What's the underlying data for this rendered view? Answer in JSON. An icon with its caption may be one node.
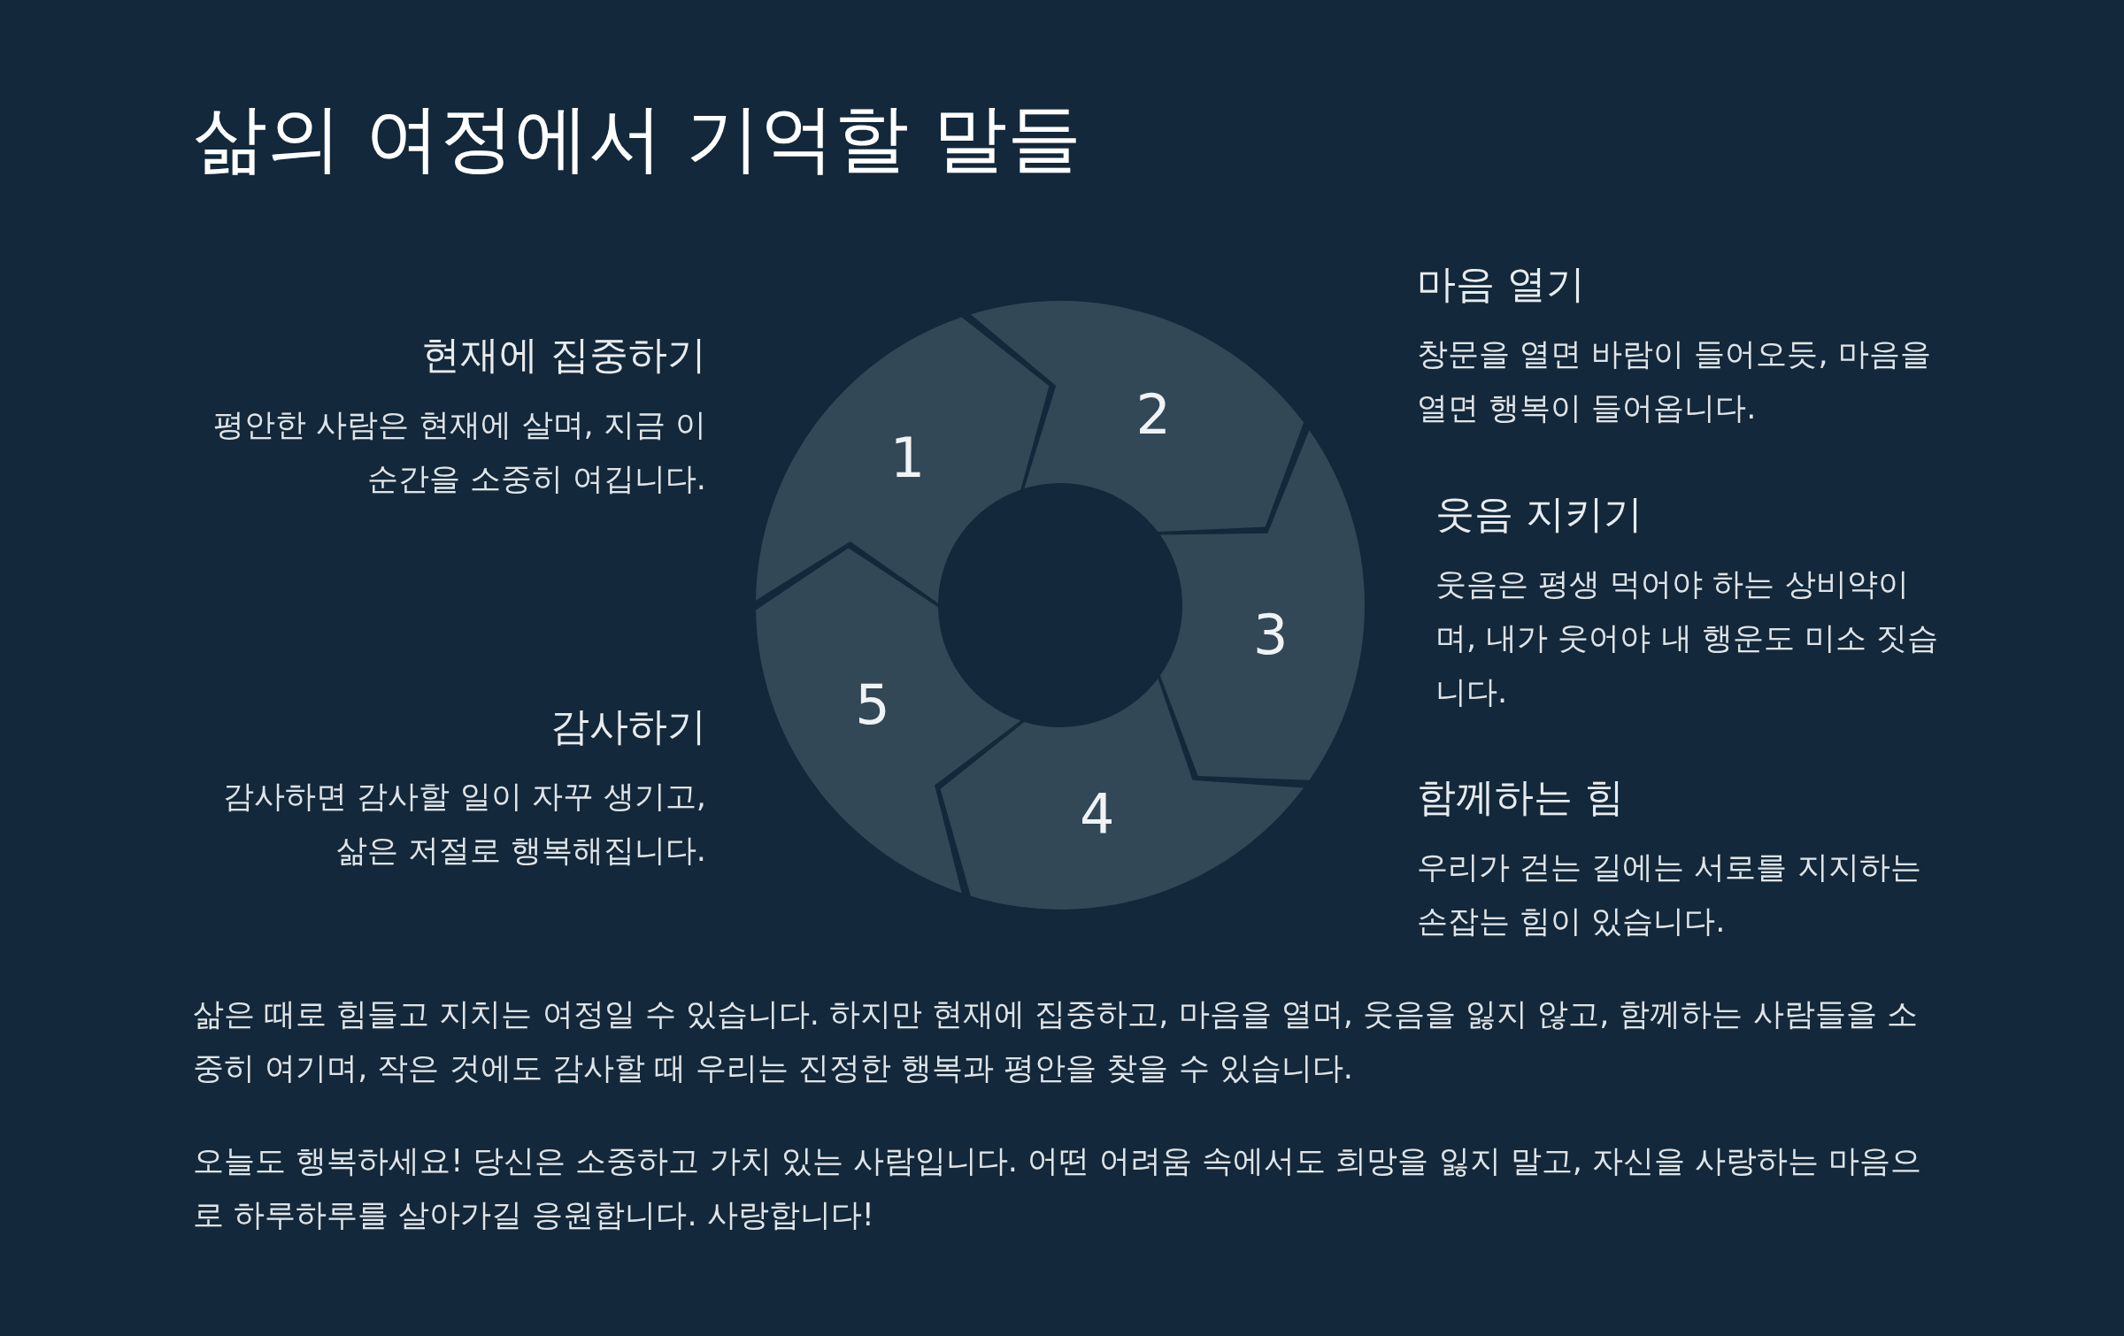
{
  "diagram": {
    "title": "삶의 여정에서 기억할 말들",
    "nodes": [
      {
        "text": [
          "1"
        ]
      },
      {
        "text": [
          "2"
        ]
      },
      {
        "text": [
          "3"
        ]
      },
      {
        "text": [
          "4"
        ]
      },
      {
        "text": [
          "5"
        ]
      }
    ],
    "labels": [
      "마음 열기",
      "창문을 열면 바람이 들어오듯, 마음을 열면 행복이 들어옵니다.",
      "현재에 집중하기",
      "평안한 사람은 현재에 살며, 지금 이 순간을 소중히 여깁니다.",
      "웃음 지키기",
      "웃음은 평생 먹어야 하는 상비약이며, 내가 웃어야 내 행운도 미소 짓습니다.",
      "감사하기",
      "감사하면 감사할 일이 자꾸 생기고, 삶은 저절로 행복해집니다.",
      "함께하는 힘",
      "우리가 걷는 길에는 서로를 지지하는 손잡는 힘이 있습니다.",
      "삶은 때로 힘들고 지치는 여정일 수 있습니다. 하지만 현재에 집중하고, 마음을 열며, 웃음을 잃지 않고, 함께하는 사람들을 소중히 여기며, 작은 것에도 감사할 때 우리는 진정한 행복과 평안을 찾을 수 있습니다.",
      "오늘도 행복하세요! 당신은 소중하고 가치 있는 사람입니다. 어떤 어려움 속에서도 희망을 잃지 말고, 자신을 사랑하는 마음으로 하루하루를 살아가길 응원합니다. 사랑합니다!"
    ]
  }
}
